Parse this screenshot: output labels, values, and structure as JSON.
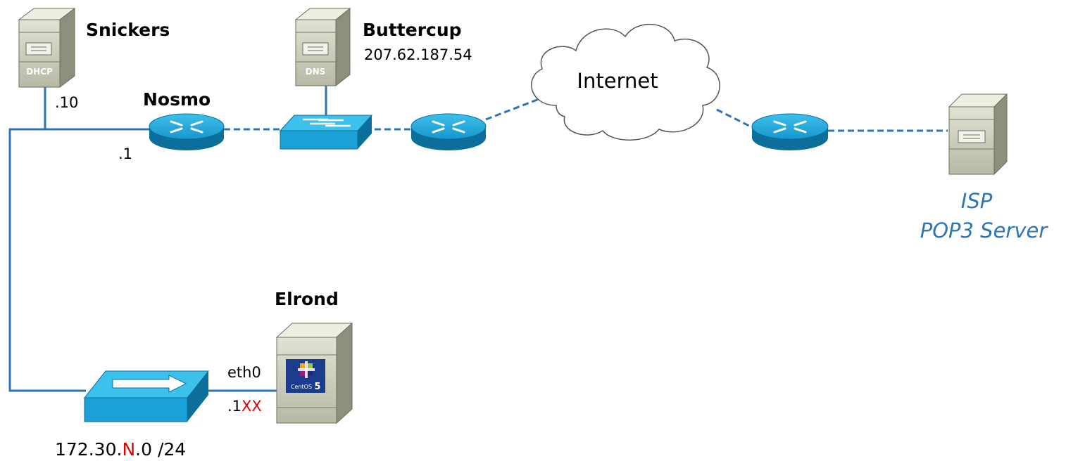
{
  "nodes": {
    "snickers": {
      "name": "Snickers",
      "badge": "DHCP",
      "ip_suffix": ".10"
    },
    "buttercup": {
      "name": "Buttercup",
      "badge": "DNS",
      "ip": "207.62.187.54"
    },
    "nosmo": {
      "name": "Nosmo",
      "ip_suffix": ".1"
    },
    "internet": {
      "label": "Internet"
    },
    "elrond": {
      "name": "Elrond",
      "interface": "eth0",
      "ip_prefix": ".1",
      "ip_var": "XX",
      "os_label": "CentOS",
      "os_version": "5"
    },
    "isp": {
      "line1": "ISP",
      "line2": "POP3 Server"
    }
  },
  "subnet": {
    "part1": "172.30.",
    "var": "N",
    "part2": ".0 /24"
  },
  "colors": {
    "link": "#2e75b6",
    "device_blue": "#1ba1d8",
    "device_dark": "#0c6e9b",
    "server_light": "#d6d6c6",
    "server_dark": "#8e8e7c",
    "variable": "#e00000",
    "isp_text": "#2e75b6"
  }
}
